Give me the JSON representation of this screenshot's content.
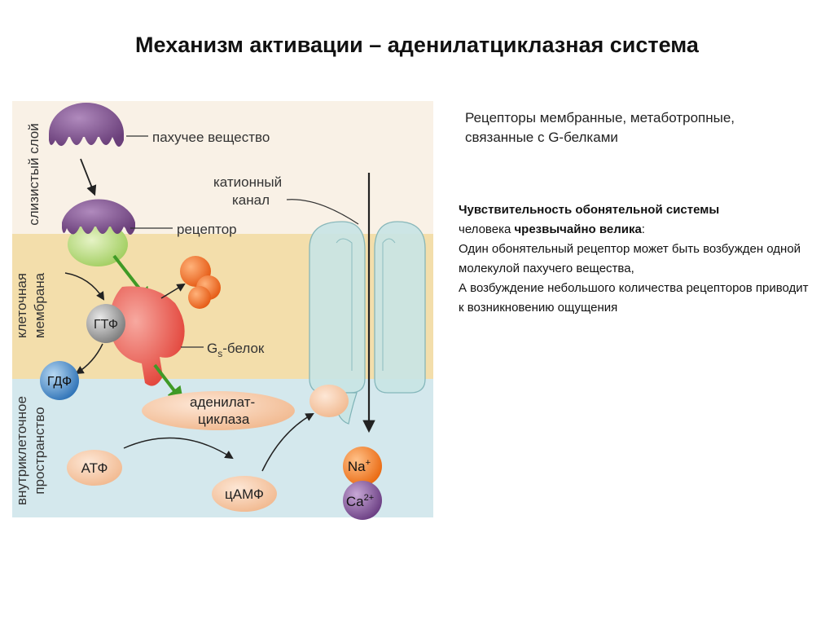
{
  "title": "Механизм активации – аденилатциклазная система",
  "subtitle": "Рецепторы мембранные, метаботропные, связанные с G-белками",
  "description": {
    "bold_heading": "Чувствительность обонятельной системы",
    "line2_prefix": "человека ",
    "line2_bold": "чрезвычайно велика",
    "line2_suffix": ":",
    "line3": "Один обонятельный рецептор может быть возбужден одной молекулой пахучего вещества,",
    "line4": "А возбуждение небольшого количества рецепторов приводит к возникновению ощущения"
  },
  "diagram": {
    "layers": {
      "mucus": "слизистый слой",
      "membrane_1": "клеточная",
      "membrane_2": "мембрана",
      "intracellular_1": "внутриклеточное",
      "intracellular_2": "пространство"
    },
    "labels": {
      "odorant": "пахучее вещество",
      "cation_channel_1": "катионный",
      "cation_channel_2": "канал",
      "receptor": "рецептор",
      "gs_protein_prefix": "G",
      "gs_protein_sub": "s",
      "gs_protein_suffix": "-белок",
      "adenylate_1": "аденилат-",
      "adenylate_2": "циклаза",
      "gtp": "ГТФ",
      "gdp": "ГДФ",
      "atp": "АТФ",
      "camp": "цАМФ",
      "na": "Na",
      "na_charge": "+",
      "ca": "Ca",
      "ca_charge": "2+"
    },
    "colors": {
      "mucus_bg": "#f8f0e4",
      "membrane_bg": "#f3dfae",
      "intracellular_bg": "#d6e9ee",
      "odorant": "#7a4d88",
      "receptor_green": "#a4cf5f",
      "gs_protein": "#e8453d",
      "adenylate": "#f3c49e",
      "channel": "#c5e2e2",
      "gtp": "#8c8c8c",
      "gdp": "#3d82c4",
      "na": "#f07b1c",
      "ca": "#7b4d93",
      "arrow_green": "#4aa02c"
    }
  }
}
